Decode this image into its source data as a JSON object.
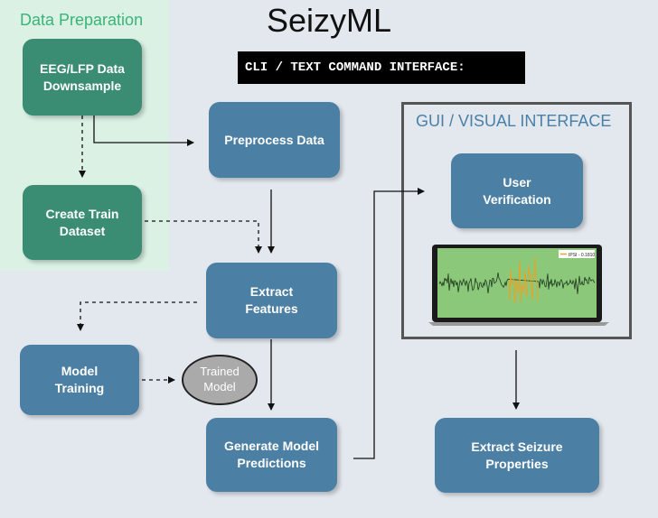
{
  "title": "SeizyML",
  "data_preparation": {
    "label": "Data Preparation"
  },
  "cli": {
    "label": "CLI / TEXT COMMAND INTERFACE:"
  },
  "gui": {
    "label": "GUI / VISUAL INTERFACE"
  },
  "nodes": {
    "downsample": "EEG/LFP Data\nDownsample",
    "train_dataset": "Create Train\nDataset",
    "preprocess": "Preprocess Data",
    "extract_features": "Extract\nFeatures",
    "model_training": "Model\nTraining",
    "trained_model": "Trained\nModel",
    "predictions": "Generate Model\nPredictions",
    "user_verification": "User\nVerification",
    "extract_seizure": "Extract Seizure\nProperties"
  },
  "laptop_screen": {
    "legend_text": "IPSI - 0.1810"
  },
  "colors": {
    "green_node": "#3a8c73",
    "blue_node": "#4b7fa3",
    "prep_background": "#daf1e4",
    "prep_title": "#3bb37a",
    "gui_title": "#4a7fa7",
    "trace": "#1e3a1e",
    "seizure_trace": "#f0a020",
    "screen_background": "#8cc87a"
  }
}
